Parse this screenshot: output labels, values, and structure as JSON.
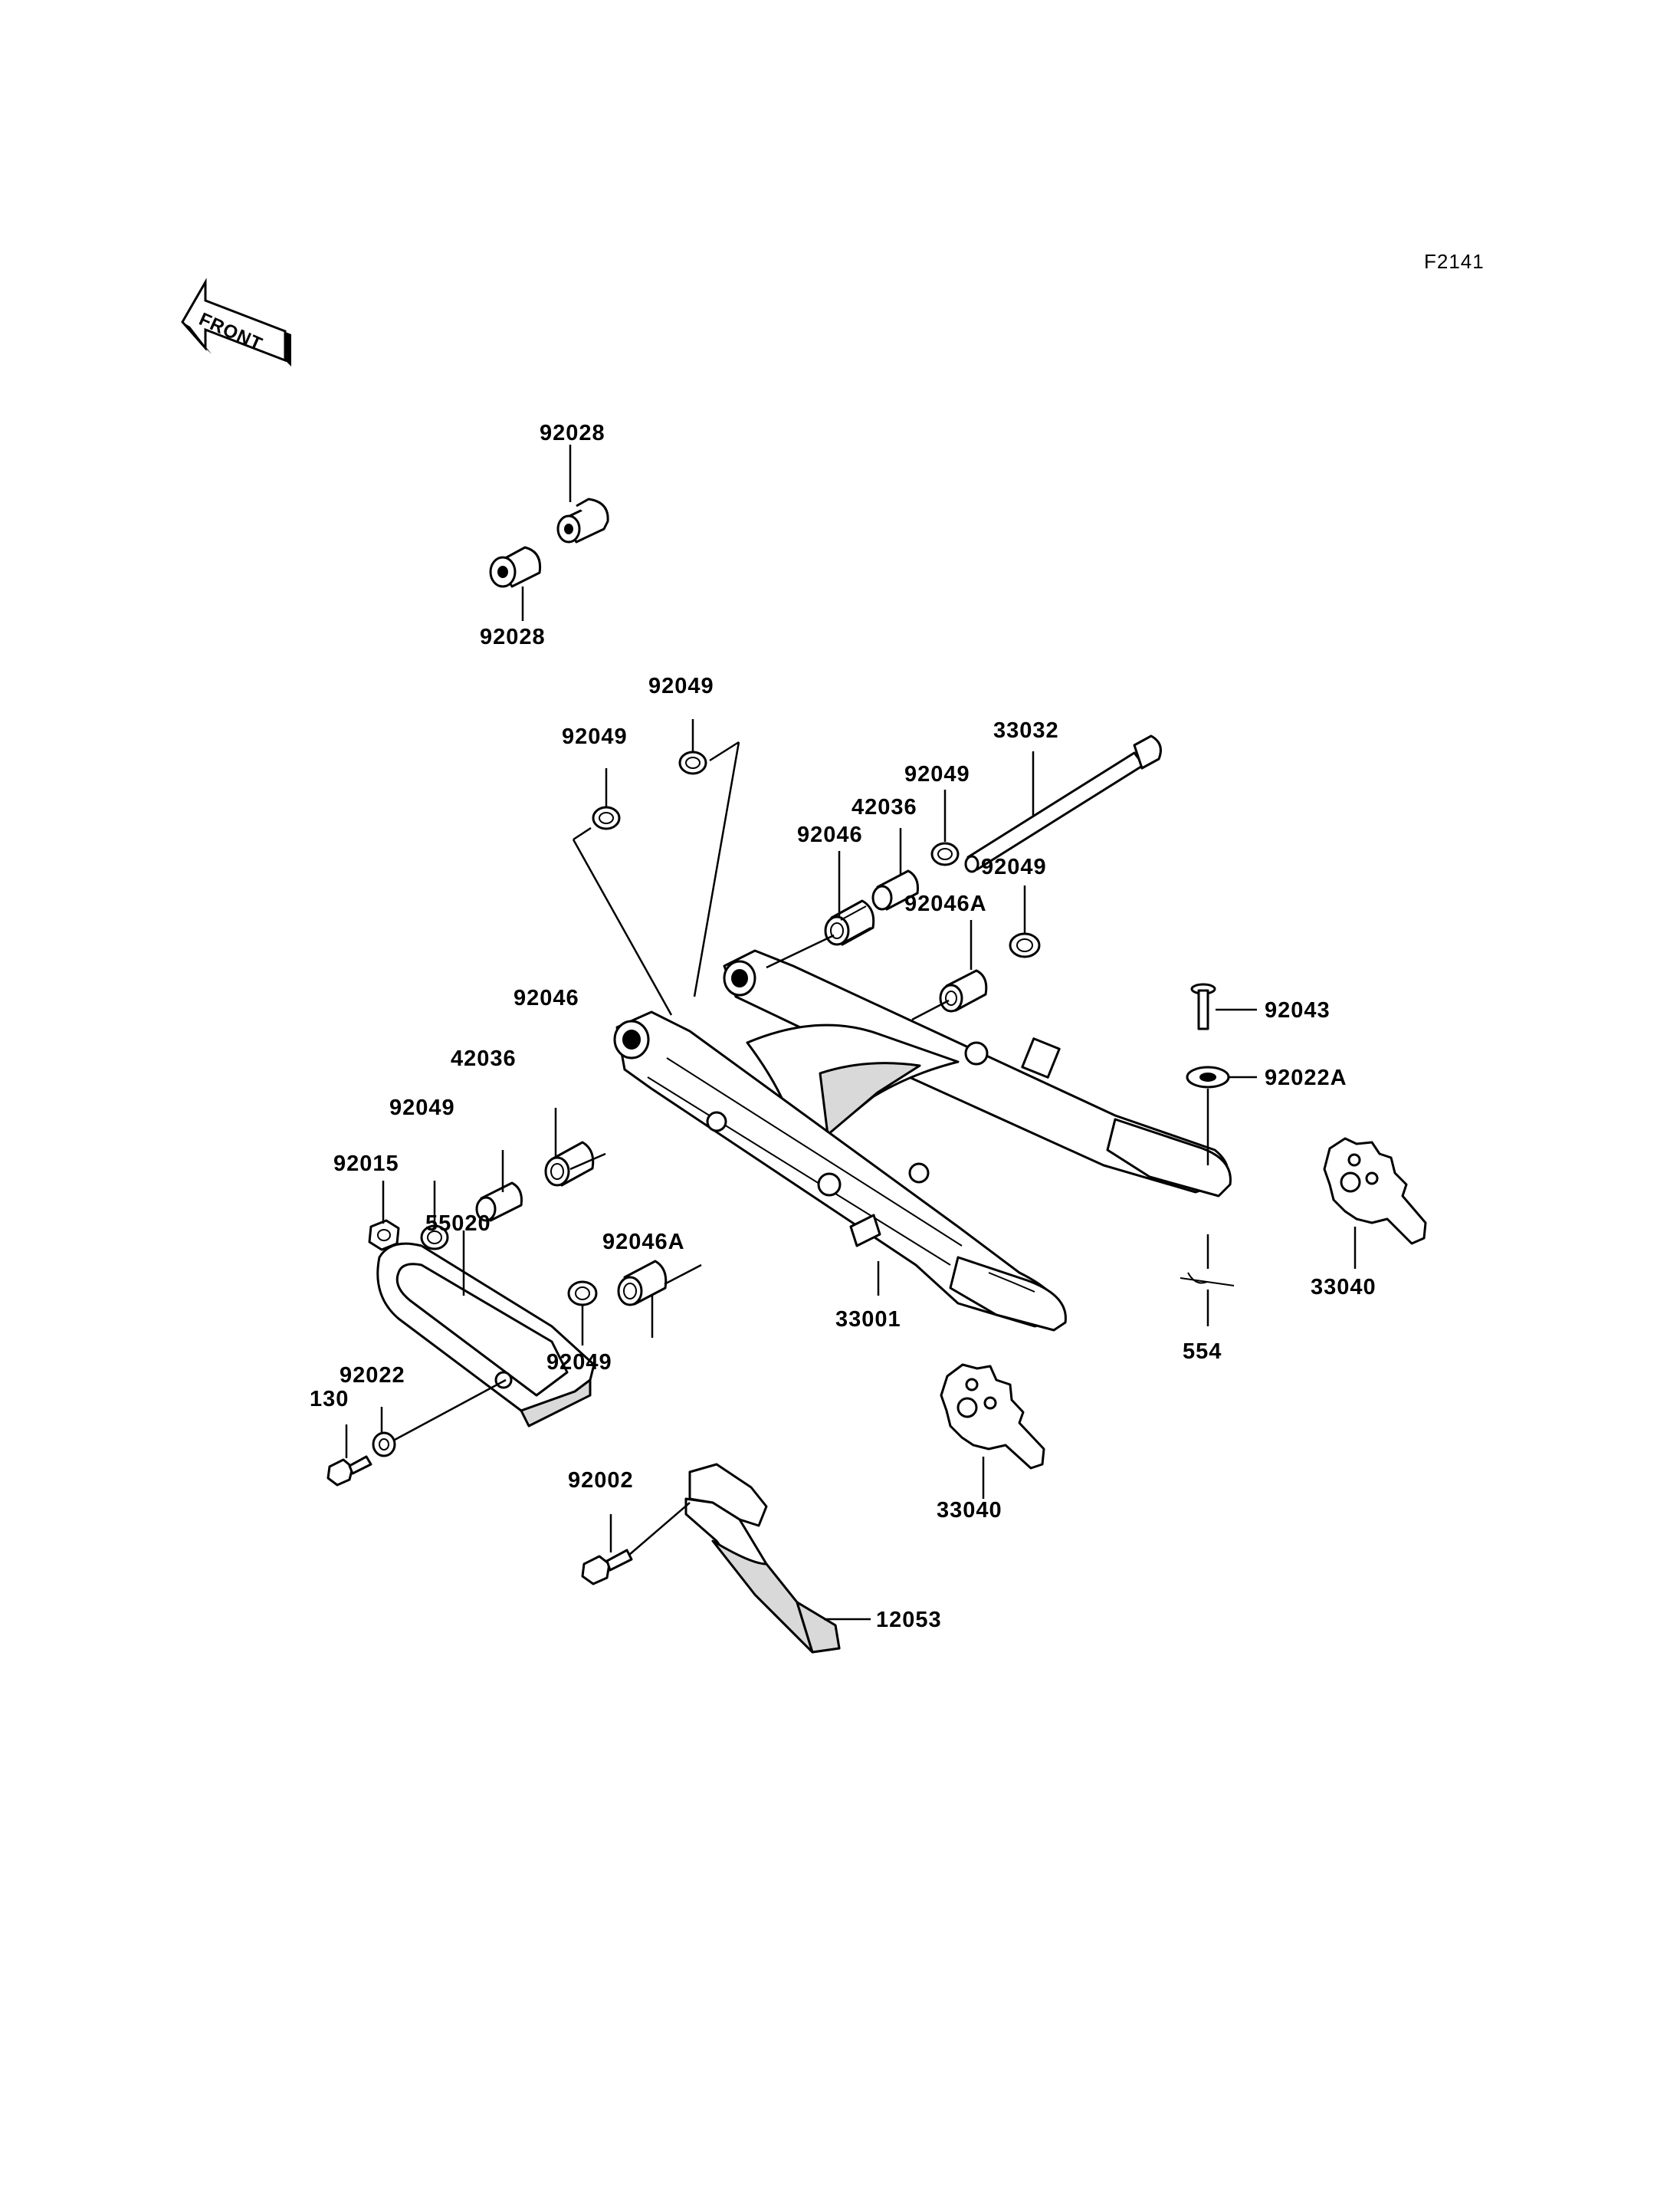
{
  "figure_code": "F2141",
  "front_arrow_text": "FRONT",
  "callouts": [
    {
      "id": "c01",
      "text": "92028"
    },
    {
      "id": "c02",
      "text": "92028"
    },
    {
      "id": "c03",
      "text": "92049"
    },
    {
      "id": "c04",
      "text": "92049"
    },
    {
      "id": "c05",
      "text": "33032"
    },
    {
      "id": "c06",
      "text": "92049"
    },
    {
      "id": "c07",
      "text": "42036"
    },
    {
      "id": "c08",
      "text": "92046"
    },
    {
      "id": "c09",
      "text": "92049"
    },
    {
      "id": "c10",
      "text": "92046A"
    },
    {
      "id": "c11",
      "text": "92043"
    },
    {
      "id": "c12",
      "text": "92022A"
    },
    {
      "id": "c13",
      "text": "92046"
    },
    {
      "id": "c14",
      "text": "42036"
    },
    {
      "id": "c15",
      "text": "92049"
    },
    {
      "id": "c16",
      "text": "92015"
    },
    {
      "id": "c17",
      "text": "92049"
    },
    {
      "id": "c18",
      "text": "92046A"
    },
    {
      "id": "c19",
      "text": "55020"
    },
    {
      "id": "c20",
      "text": "33001"
    },
    {
      "id": "c21",
      "text": "33040"
    },
    {
      "id": "c22",
      "text": "554"
    },
    {
      "id": "c23",
      "text": "92022"
    },
    {
      "id": "c24",
      "text": "130"
    },
    {
      "id": "c25",
      "text": "33040"
    },
    {
      "id": "c26",
      "text": "92002"
    },
    {
      "id": "c27",
      "text": "12053"
    }
  ]
}
